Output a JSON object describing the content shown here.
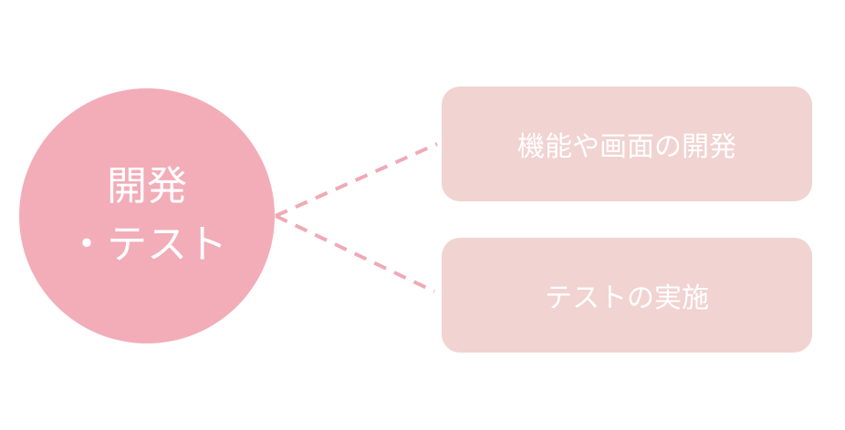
{
  "center": {
    "line1": "開発",
    "line2": "・テスト"
  },
  "branches": [
    {
      "label": "機能や画面の開発"
    },
    {
      "label": "テストの実施"
    }
  ],
  "colors": {
    "center": "#f2adb8",
    "box": "#f1d3d1",
    "connector": "#f0a9b6"
  }
}
